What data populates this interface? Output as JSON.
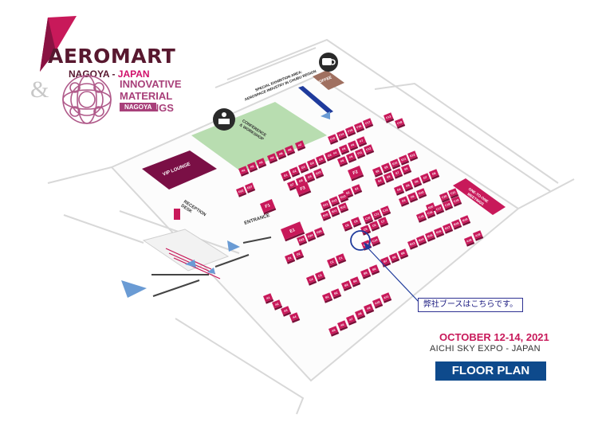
{
  "aeromart": {
    "brand": "AEROMART",
    "city": "NAGOYA - ",
    "country": "JAPAN"
  },
  "imm": {
    "ampersand": "&",
    "line1": "INNOVATIVE",
    "line2": "MATERIAL MEETINGS",
    "line3": "NAGOYA"
  },
  "areas": {
    "special_exhibition": "SPECIAL EXHIBITION AREA:",
    "special_exhibition_sub": "AEROSPACE INDUSTRY IN CHUBU REGION",
    "coffee": "COFFEE",
    "conference": "CONFERENCE",
    "conference_sub": "& WORKSHOP",
    "vip_lounge": "VIP LOUNGE",
    "reception": "RECEPTION",
    "reception_sub": "DESK",
    "entrance": "ENTRANCE",
    "meeting_1": "ONE-TO-ONE",
    "meeting_2": "MEETINGS"
  },
  "booths": [
    {
      "label": "H1"
    },
    {
      "label": "H2"
    },
    {
      "label": "H3"
    },
    {
      "label": "H4"
    },
    {
      "label": "H5"
    },
    {
      "label": "H6"
    },
    {
      "label": "H7"
    },
    {
      "label": "G1"
    },
    {
      "label": "G2"
    },
    {
      "label": "G3"
    },
    {
      "label": "G4"
    },
    {
      "label": "G5"
    },
    {
      "label": "G6"
    },
    {
      "label": "G7"
    },
    {
      "label": "G8"
    },
    {
      "label": "G9"
    },
    {
      "label": "G10"
    },
    {
      "label": "D22"
    },
    {
      "label": "D27"
    },
    {
      "label": "F1"
    },
    {
      "label": "F3"
    },
    {
      "label": "F2"
    },
    {
      "label": "F10"
    },
    {
      "label": "F14"
    },
    {
      "label": "F15"
    },
    {
      "label": "F16"
    },
    {
      "label": "F17"
    },
    {
      "label": "F4"
    },
    {
      "label": "F5"
    },
    {
      "label": "F6"
    },
    {
      "label": "F7"
    },
    {
      "label": "F8"
    },
    {
      "label": "F9"
    },
    {
      "label": "F11"
    },
    {
      "label": "F12"
    },
    {
      "label": "F13"
    },
    {
      "label": "F18"
    },
    {
      "label": "E6"
    },
    {
      "label": "E9"
    },
    {
      "label": "E10"
    },
    {
      "label": "E11"
    },
    {
      "label": "E12"
    },
    {
      "label": "E4"
    },
    {
      "label": "E5"
    },
    {
      "label": "E7"
    },
    {
      "label": "E8"
    },
    {
      "label": "E2"
    },
    {
      "label": "E3"
    },
    {
      "label": "E1"
    },
    {
      "label": "D4"
    },
    {
      "label": "D5"
    },
    {
      "label": "D6"
    },
    {
      "label": "D7"
    },
    {
      "label": "D8"
    },
    {
      "label": "D3"
    },
    {
      "label": "D9"
    },
    {
      "label": "D10"
    },
    {
      "label": "D11"
    },
    {
      "label": "D12"
    },
    {
      "label": "D13"
    },
    {
      "label": "B10"
    },
    {
      "label": "B11"
    },
    {
      "label": "B12"
    },
    {
      "label": "D23"
    },
    {
      "label": "D24"
    },
    {
      "label": "D25"
    },
    {
      "label": "D1"
    },
    {
      "label": "D2"
    },
    {
      "label": "C4"
    },
    {
      "label": "C3"
    },
    {
      "label": "C2"
    },
    {
      "label": "C1"
    },
    {
      "label": "C8"
    },
    {
      "label": "C9"
    },
    {
      "label": "C5"
    },
    {
      "label": "C6"
    },
    {
      "label": "C7"
    },
    {
      "label": "C10"
    },
    {
      "label": "C11"
    },
    {
      "label": "C12"
    },
    {
      "label": "C13"
    },
    {
      "label": "C14"
    },
    {
      "label": "B1"
    },
    {
      "label": "B2"
    },
    {
      "label": "B3"
    },
    {
      "label": "B4"
    },
    {
      "label": "B5"
    },
    {
      "label": "B6"
    },
    {
      "label": "B7"
    },
    {
      "label": "B8"
    },
    {
      "label": "B9"
    },
    {
      "label": "B13"
    },
    {
      "label": "B14"
    },
    {
      "label": "B15"
    },
    {
      "label": "B16"
    },
    {
      "label": "B17"
    },
    {
      "label": "B18"
    },
    {
      "label": "B19"
    },
    {
      "label": "B20"
    },
    {
      "label": "C15"
    },
    {
      "label": "C16"
    },
    {
      "label": "C17"
    },
    {
      "label": "C18"
    },
    {
      "label": "C19"
    },
    {
      "label": "C20"
    },
    {
      "label": "C21"
    },
    {
      "label": "A1"
    },
    {
      "label": "A2"
    },
    {
      "label": "A3"
    },
    {
      "label": "A4"
    },
    {
      "label": "A5"
    },
    {
      "label": "A6"
    },
    {
      "label": "A7"
    },
    {
      "label": "A8"
    },
    {
      "label": "A9"
    },
    {
      "label": "A10"
    },
    {
      "label": "A11"
    },
    {
      "label": "A18"
    },
    {
      "label": "A19"
    }
  ],
  "annotation": "弊社ブースはこちらです。",
  "event": {
    "dates": "OCTOBER 12-14, 2021",
    "venue": "AICHI SKY EXPO - JAPAN",
    "floor_plan": "FLOOR PLAN"
  },
  "colors": {
    "booth": "#c8195a",
    "booth_dark": "#7a0f38",
    "vip": "#7a0f45",
    "conference": "#b8ddb0",
    "highlight": "#1f3b9c",
    "arrow": "#6a9bd4"
  }
}
